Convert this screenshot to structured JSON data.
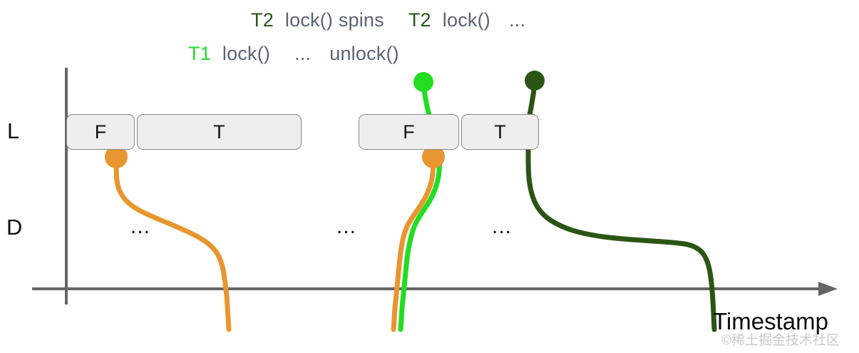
{
  "figure": {
    "title_rows": {
      "top": {
        "segments": [
          {
            "text": "T2",
            "role": "thread-t2"
          },
          {
            "text": "lock() spins",
            "role": "plain"
          },
          {
            "text": "T2",
            "role": "thread-t2"
          },
          {
            "text": "lock()",
            "role": "plain"
          },
          {
            "text": "...",
            "role": "plain"
          }
        ]
      },
      "bottom": {
        "segments": [
          {
            "text": "T1",
            "role": "thread-t1"
          },
          {
            "text": "lock()",
            "role": "plain"
          },
          {
            "text": "...",
            "role": "plain"
          },
          {
            "text": "unlock()",
            "role": "plain"
          }
        ]
      }
    },
    "row_labels": {
      "lock_state": "L",
      "data": "D"
    },
    "state_boxes": [
      {
        "label": "F",
        "row": "L",
        "group": 1
      },
      {
        "label": "T",
        "row": "L",
        "group": 1
      },
      {
        "label": "F",
        "row": "L",
        "group": 2
      },
      {
        "label": "T",
        "row": "L",
        "group": 2
      }
    ],
    "ellipses": [
      "...",
      "...",
      "..."
    ],
    "axis": {
      "x_caption": "Timestamp",
      "y_caption": ""
    },
    "colors": {
      "thread_t1": "#22dd22",
      "thread_t2": "#2b5514",
      "data_curve": "#e8962f",
      "axis": "#666666",
      "box_fill": "#eeeeee",
      "box_border": "#8a8a8a",
      "text": "#5a6472"
    },
    "watermark": "©稀土掘金技术社区"
  }
}
